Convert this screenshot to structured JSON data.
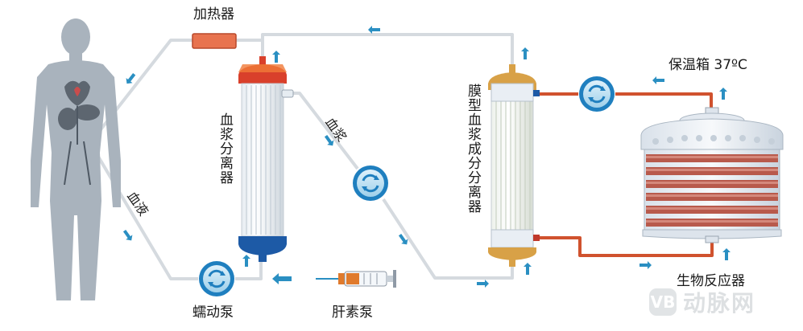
{
  "labels": {
    "heater": "加热器",
    "incubator": "保温箱 37ºC",
    "plasma_separator": "血浆分离器",
    "plasma": "血浆",
    "membrane_separator": "膜型血浆成分分离器",
    "blood": "血液",
    "peristaltic_pump": "蠕动泵",
    "heparin_pump": "肝素泵",
    "bioreactor": "生物反应器"
  },
  "watermark": {
    "logo": "VB",
    "text": "动脉网"
  },
  "colors": {
    "tube": "#d5dadf",
    "tube_hot": "#d0522e",
    "heater": "#e8734f",
    "arrow": "#2a8fc2",
    "human": "#a9b3bd",
    "organs": "#5d6670",
    "pump_ring": "#1f7fbf",
    "cap_red": "#d9402b",
    "cap_blue": "#1d5aa6",
    "cap_gold": "#d8a147",
    "tissue": "#b85a4c"
  }
}
